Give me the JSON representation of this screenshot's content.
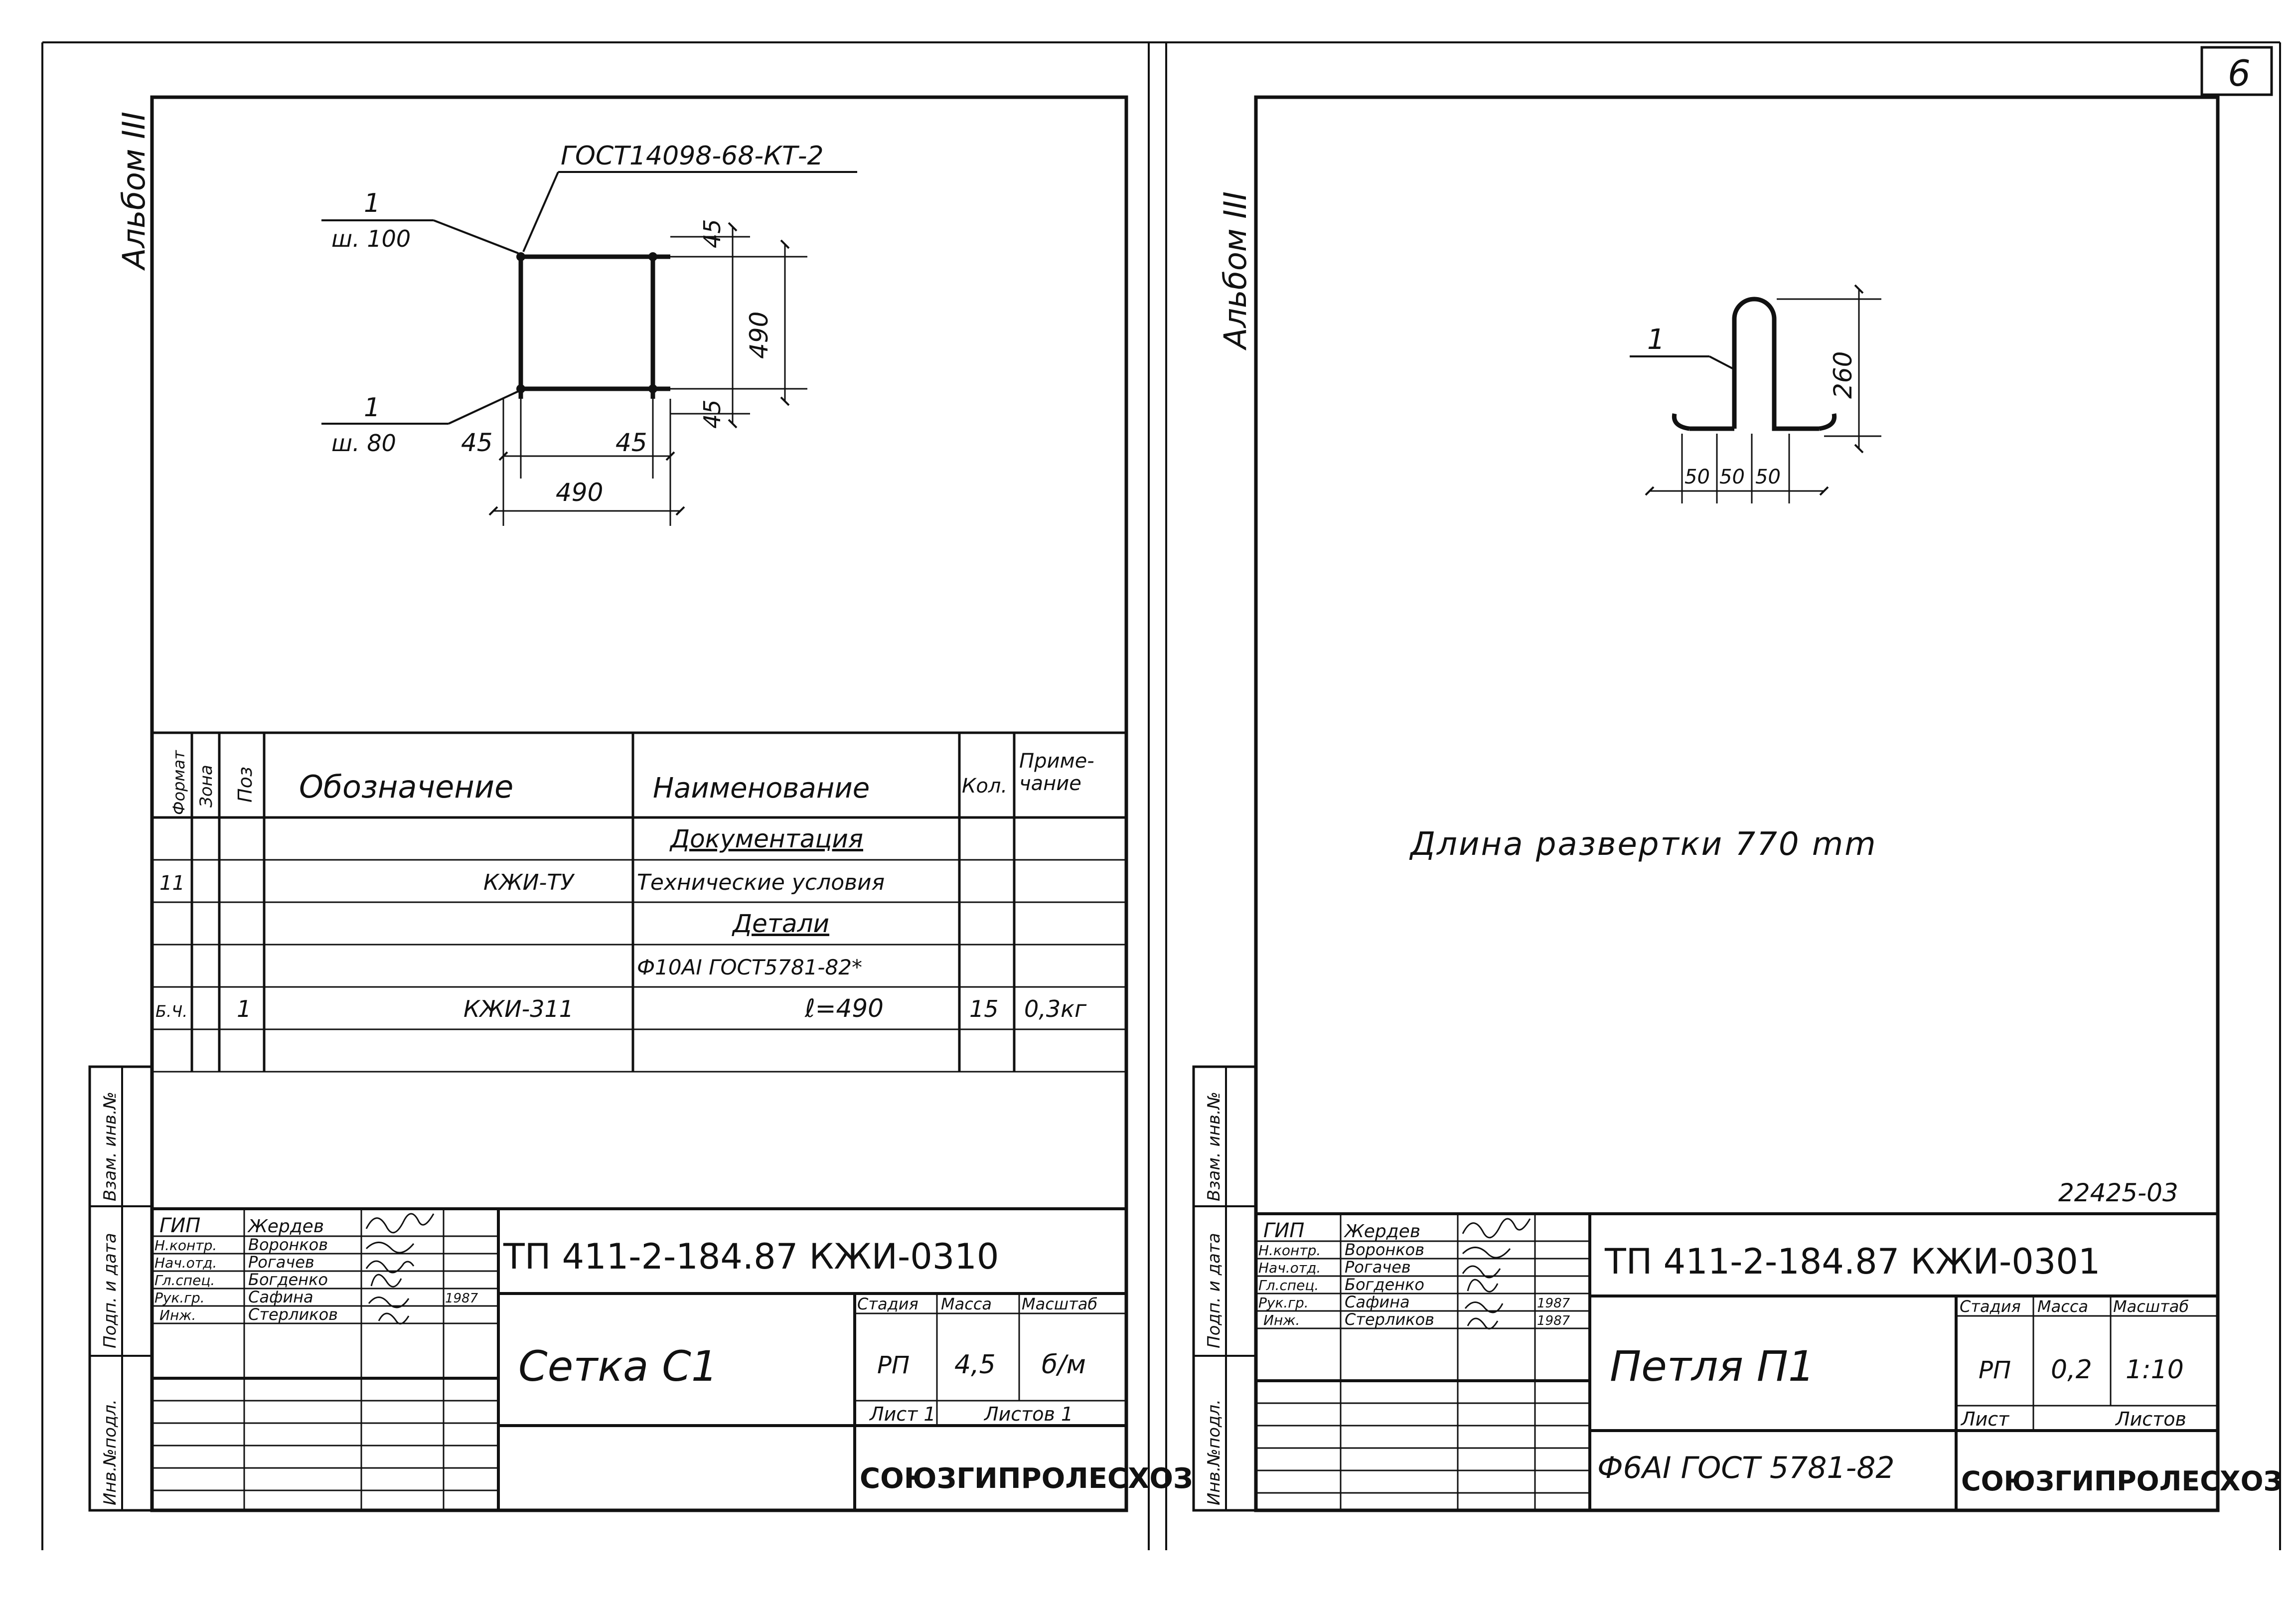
{
  "sheet_number": "6",
  "left": {
    "album": "Альбом III",
    "drawing": {
      "leader_top_pos": "1",
      "leader_top_step": "ш. 100",
      "leader_bottom_pos": "1",
      "leader_bottom_step": "ш. 80",
      "standard_ref": "ГОСТ14098-68-КТ-2",
      "dim_45_left": "45",
      "dim_45_right": "45",
      "dim_490_bottom": "490",
      "dim_45_top": "45",
      "dim_490_side": "490",
      "dim_45_bottom": "45"
    },
    "spec": {
      "headers": {
        "format": "Формат",
        "zone": "Зона",
        "pos": "Поз",
        "designation": "Обозначение",
        "name": "Наименование",
        "qty": "Кол.",
        "note": "Приме-чание"
      },
      "rows": [
        {
          "format": "",
          "zone": "",
          "pos": "",
          "designation": "",
          "name": "Документация",
          "qty": "",
          "note": ""
        },
        {
          "format": "11",
          "zone": "",
          "pos": "",
          "designation": "КЖИ-ТУ",
          "name": "Технические условия",
          "qty": "",
          "note": ""
        },
        {
          "format": "",
          "zone": "",
          "pos": "",
          "designation": "",
          "name": "Детали",
          "qty": "",
          "note": ""
        },
        {
          "format": "",
          "zone": "",
          "pos": "",
          "designation": "",
          "name": "Ф10АI ГОСТ5781-82*",
          "qty": "",
          "note": ""
        },
        {
          "format": "Б.Ч.",
          "zone": "",
          "pos": "1",
          "designation": "КЖИ-311",
          "name": "ℓ=490",
          "qty": "15",
          "note": "0,3кг"
        },
        {
          "format": "",
          "zone": "",
          "pos": "",
          "designation": "",
          "name": "",
          "qty": "",
          "note": ""
        }
      ]
    },
    "side_stamp": {
      "vzam": "Взам. инв.№",
      "podp": "Подп. и дата",
      "inv": "Инв.№подл."
    },
    "title_block": {
      "people": [
        {
          "role": "ГИП",
          "name": "Жердев"
        },
        {
          "role": "Н.контр.",
          "name": "Воронков"
        },
        {
          "role": "Нач.отд.",
          "name": "Рогачев"
        },
        {
          "role": "Гл.спец.",
          "name": "Богденко"
        },
        {
          "role": "Рук.гр.",
          "name": "Сафина"
        },
        {
          "role": "Инж.",
          "name": "Стерликов"
        }
      ],
      "year": "1987",
      "code": "ТП 411-2-184.87 КЖИ-0310",
      "title": "Сетка С1",
      "stage_label": "Стадия",
      "mass_label": "Масса",
      "scale_label": "Масштаб",
      "stage": "РП",
      "mass": "4,5",
      "scale": "б/м",
      "sheet_label": "Лист 1",
      "sheets_label": "Листов 1",
      "org": "СОЮЗГИПРОЛЕСХОЗ"
    }
  },
  "right": {
    "album": "Альбом III",
    "drawing": {
      "leader_pos": "1",
      "dim_height": "260",
      "dim_a": "50",
      "dim_b": "50",
      "dim_c": "50"
    },
    "unfold_length": "Длина развертки 770 mm",
    "doc_code": "22425-03",
    "side_stamp": {
      "vzam": "Взам. инв.№",
      "podp": "Подп. и дата",
      "inv": "Инв.№подл."
    },
    "title_block": {
      "people": [
        {
          "role": "ГИП",
          "name": "Жердев"
        },
        {
          "role": "Н.контр.",
          "name": "Воронков"
        },
        {
          "role": "Нач.отд.",
          "name": "Рогачев"
        },
        {
          "role": "Гл.спец.",
          "name": "Богденко"
        },
        {
          "role": "Рук.гр.",
          "name": "Сафина"
        },
        {
          "role": "Инж.",
          "name": "Стерликов"
        }
      ],
      "year": "1987",
      "year2": "1987",
      "code": "ТП 411-2-184.87 КЖИ-0301",
      "title": "Петля П1",
      "material": "Ф6АI ГОСТ 5781-82",
      "stage_label": "Стадия",
      "mass_label": "Масса",
      "scale_label": "Масштаб",
      "stage": "РП",
      "mass": "0,2",
      "scale": "1:10",
      "sheet_label": "Лист",
      "sheets_label": "Листов",
      "org": "СОЮЗГИПРОЛЕСХОЗ"
    }
  }
}
